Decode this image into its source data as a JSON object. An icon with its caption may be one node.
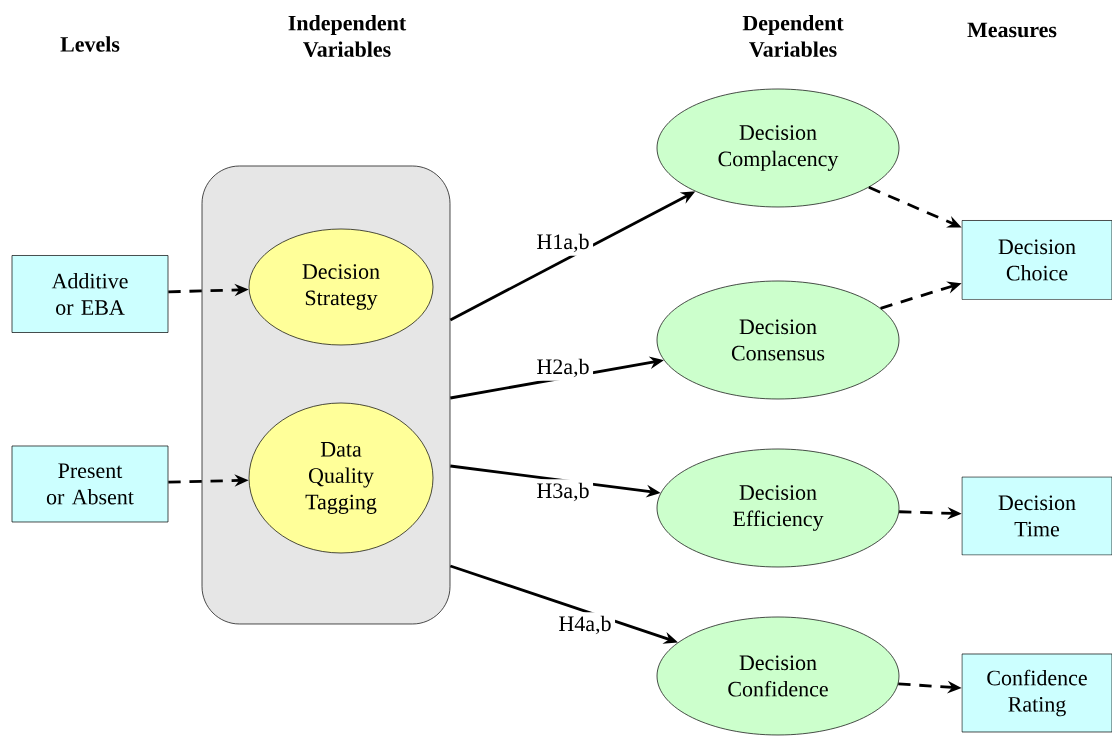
{
  "diagram": {
    "nodes": [
      {
        "text": [
          "Additive or EBA"
        ]
      },
      {
        "text": [
          "Present or Absent"
        ]
      },
      {
        "text": [],
        "shape": "box"
      },
      {
        "text": [
          "Decision Strategy"
        ],
        "in": 2
      },
      {
        "text": [
          "Data Quality Tagging"
        ],
        "in": 2
      },
      {
        "text": [
          "Decision Complacency"
        ]
      },
      {
        "text": [
          "Decision Consensus"
        ]
      },
      {
        "text": [
          "Decision Efficiency"
        ]
      },
      {
        "text": [
          "Decision Confidence"
        ]
      },
      {
        "text": [
          "Decision Choice"
        ]
      },
      {
        "text": [
          "Decision Time"
        ]
      },
      {
        "text": [
          "Confidence Rating"
        ]
      }
    ],
    "edges": [
      {
        "from": 0,
        "to": 3,
        "arrow": "to",
        "style": "dashed"
      },
      {
        "from": 1,
        "to": 4,
        "arrow": "to",
        "style": "dashed"
      },
      {
        "from": 2,
        "to": 5,
        "arrow": "to",
        "label": "H1a,b"
      },
      {
        "from": 2,
        "to": 6,
        "arrow": "to",
        "label": "H2a,b"
      },
      {
        "from": 2,
        "to": 7,
        "arrow": "to",
        "label": "H3a,b"
      },
      {
        "from": 2,
        "to": 8,
        "arrow": "to",
        "label": "H4a,b"
      },
      {
        "from": 5,
        "to": 9,
        "arrow": "to",
        "style": "dashed"
      },
      {
        "from": 6,
        "to": 9,
        "arrow": "to",
        "style": "dashed"
      },
      {
        "from": 7,
        "to": 10,
        "arrow": "to",
        "style": "dashed"
      },
      {
        "from": 8,
        "to": 11,
        "arrow": "to",
        "style": "dashed"
      }
    ],
    "labels": [
      "Levels",
      "Independent Variables",
      "Dependent Variables",
      "Measures"
    ]
  }
}
